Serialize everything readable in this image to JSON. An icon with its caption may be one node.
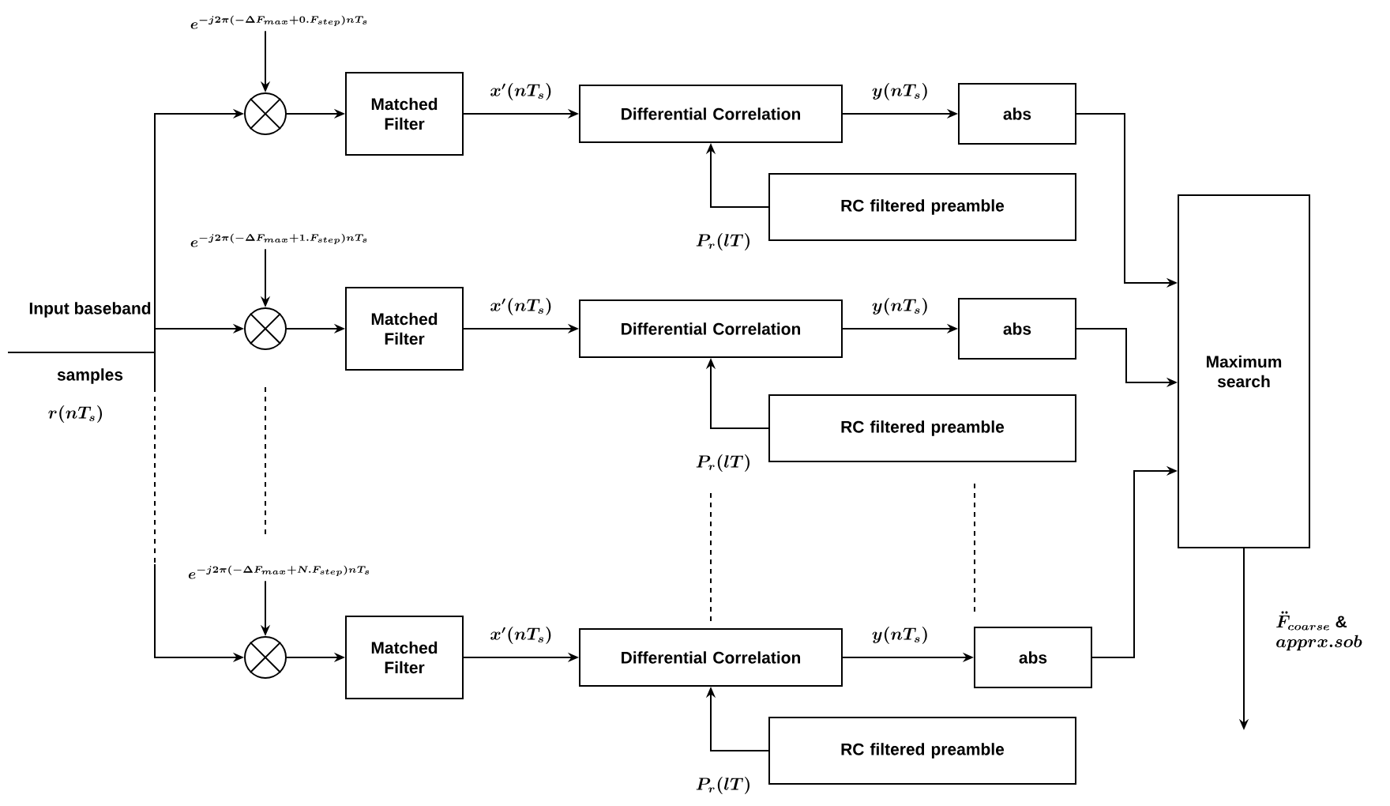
{
  "diagram": {
    "nodes": [
      {
        "text": [
          "e^{-j2\\pi(-\\Delta F_{max}+0.F_{step})nT_s}"
        ]
      },
      {
        "text": [],
        "shape": "circle"
      },
      {
        "text": [
          "Matched Filter"
        ]
      },
      {
        "text": [
          "Differential Correlation"
        ]
      },
      {
        "text": [
          "abs"
        ]
      },
      {
        "text": [
          "RC filtered preamble"
        ]
      },
      {
        "text": [
          "e^{-j2\\pi(-\\Delta F_{max}+1.F_{step})nT_s}"
        ]
      },
      {
        "text": [],
        "shape": "circle"
      },
      {
        "text": [
          "Matched Filter"
        ]
      },
      {
        "text": [
          "Differential Correlation"
        ]
      },
      {
        "text": [
          "abs"
        ]
      },
      {
        "text": [
          "RC filtered preamble"
        ]
      },
      {
        "text": [
          "e^{-j2\\pi(-\\Delta F_{max}+N.F_{step})nT_s}"
        ]
      },
      {
        "text": [],
        "shape": "circle"
      },
      {
        "text": [
          "Matched Filter"
        ]
      },
      {
        "text": [
          "Differential Correlation"
        ]
      },
      {
        "text": [
          "abs"
        ]
      },
      {
        "text": [
          "RC filtered preamble"
        ]
      },
      {
        "text": [
          "Maximum search"
        ]
      }
    ],
    "edges": [
      {
        "from": null,
        "to": 1,
        "arrow": "to"
      },
      {
        "from": null,
        "to": 7,
        "arrow": "to"
      },
      {
        "from": null,
        "to": 13,
        "arrow": "to"
      },
      {
        "from": 0,
        "to": 1,
        "arrow": "to"
      },
      {
        "from": 1,
        "to": 2,
        "arrow": "to"
      },
      {
        "from": 2,
        "to": 3,
        "arrow": "to",
        "label": "x'(nT_s)"
      },
      {
        "from": 3,
        "to": 4,
        "arrow": "to",
        "label": "y(nT_s)"
      },
      {
        "from": 5,
        "to": 3,
        "arrow": "to",
        "label": "P_r(lT)"
      },
      {
        "from": 4,
        "to": 18,
        "arrow": "to"
      },
      {
        "from": 6,
        "to": 7,
        "arrow": "to"
      },
      {
        "from": 7,
        "to": 8,
        "arrow": "to"
      },
      {
        "from": 8,
        "to": 9,
        "arrow": "to",
        "label": "x'(nT_s)"
      },
      {
        "from": 9,
        "to": 10,
        "arrow": "to",
        "label": "y(nT_s)"
      },
      {
        "from": 11,
        "to": 9,
        "arrow": "to",
        "label": "P_r(lT)"
      },
      {
        "from": 10,
        "to": 18,
        "arrow": "to"
      },
      {
        "from": 12,
        "to": 13,
        "arrow": "to"
      },
      {
        "from": 13,
        "to": 14,
        "arrow": "to"
      },
      {
        "from": 14,
        "to": 15,
        "arrow": "to",
        "label": "x'(nT_s)"
      },
      {
        "from": 15,
        "to": 16,
        "arrow": "to",
        "label": "y(nT_s)"
      },
      {
        "from": 17,
        "to": 15,
        "arrow": "to",
        "label": "P_r(lT)"
      },
      {
        "from": 16,
        "to": 18,
        "arrow": "to"
      },
      {
        "from": 18,
        "to": null,
        "arrow": "to",
        "label": "\\begin{array}{l}\\ddot{F}_{coarse}\\ \\&\\\\ apprx.sob\\end{array}"
      }
    ],
    "labels": [
      "Input baseband",
      "samples",
      "r(nT_s)"
    ]
  }
}
